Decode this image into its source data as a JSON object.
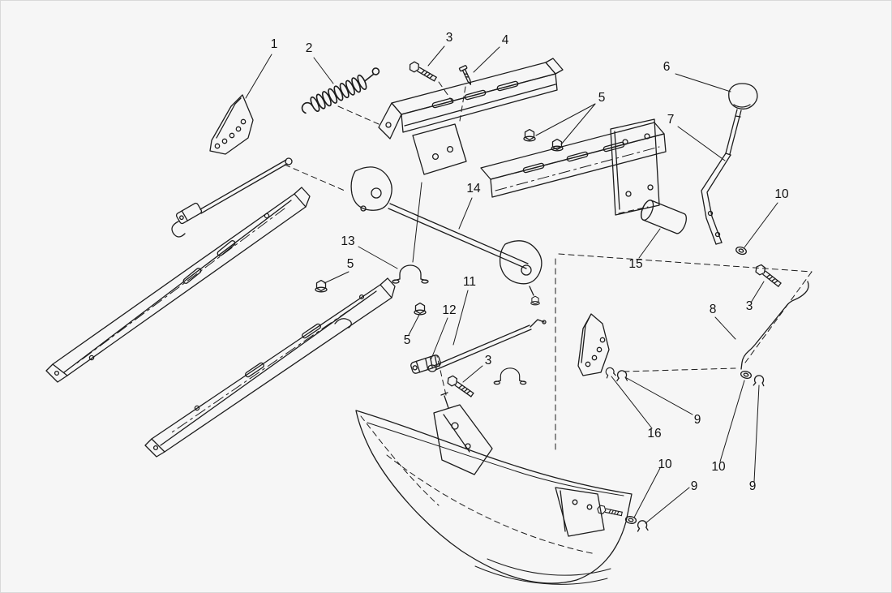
{
  "figure": {
    "kind": "exploded-parts-diagram",
    "description": "Exploded line-art view of a mower deck lift linkage assembly with numbered part callouts",
    "background_color": "#f6f6f6",
    "line_color": "#1c1c1c"
  },
  "callouts": [
    {
      "label": "1"
    },
    {
      "label": "2"
    },
    {
      "label": "3"
    },
    {
      "label": "4"
    },
    {
      "label": "5"
    },
    {
      "label": "6"
    },
    {
      "label": "7"
    },
    {
      "label": "10"
    },
    {
      "label": "14"
    },
    {
      "label": "15"
    },
    {
      "label": "13"
    },
    {
      "label": "5"
    },
    {
      "label": "11"
    },
    {
      "label": "12"
    },
    {
      "label": "5"
    },
    {
      "label": "3"
    },
    {
      "label": "8"
    },
    {
      "label": "3"
    },
    {
      "label": "16"
    },
    {
      "label": "9"
    },
    {
      "label": "10"
    },
    {
      "label": "10"
    },
    {
      "label": "9"
    },
    {
      "label": "9"
    }
  ],
  "parts": [
    {
      "callout": "1",
      "semantic": "support-bracket"
    },
    {
      "callout": "2",
      "semantic": "extension-spring"
    },
    {
      "callout": "3",
      "semantic": "hex-bolt"
    },
    {
      "callout": "4",
      "semantic": "shoulder-screw"
    },
    {
      "callout": "5",
      "semantic": "flange-nut"
    },
    {
      "callout": "6",
      "semantic": "lever-knob"
    },
    {
      "callout": "7",
      "semantic": "lift-lever"
    },
    {
      "callout": "8",
      "semantic": "bent-link-rod"
    },
    {
      "callout": "9",
      "semantic": "retaining-clip"
    },
    {
      "callout": "10",
      "semantic": "flat-washer"
    },
    {
      "callout": "11",
      "semantic": "lift-link-rod"
    },
    {
      "callout": "12",
      "semantic": "trunnion-link"
    },
    {
      "callout": "13",
      "semantic": "clamp"
    },
    {
      "callout": "14",
      "semantic": "lift-shaft"
    },
    {
      "callout": "15",
      "semantic": "spacer"
    },
    {
      "callout": "16",
      "semantic": "washer-clip"
    }
  ]
}
